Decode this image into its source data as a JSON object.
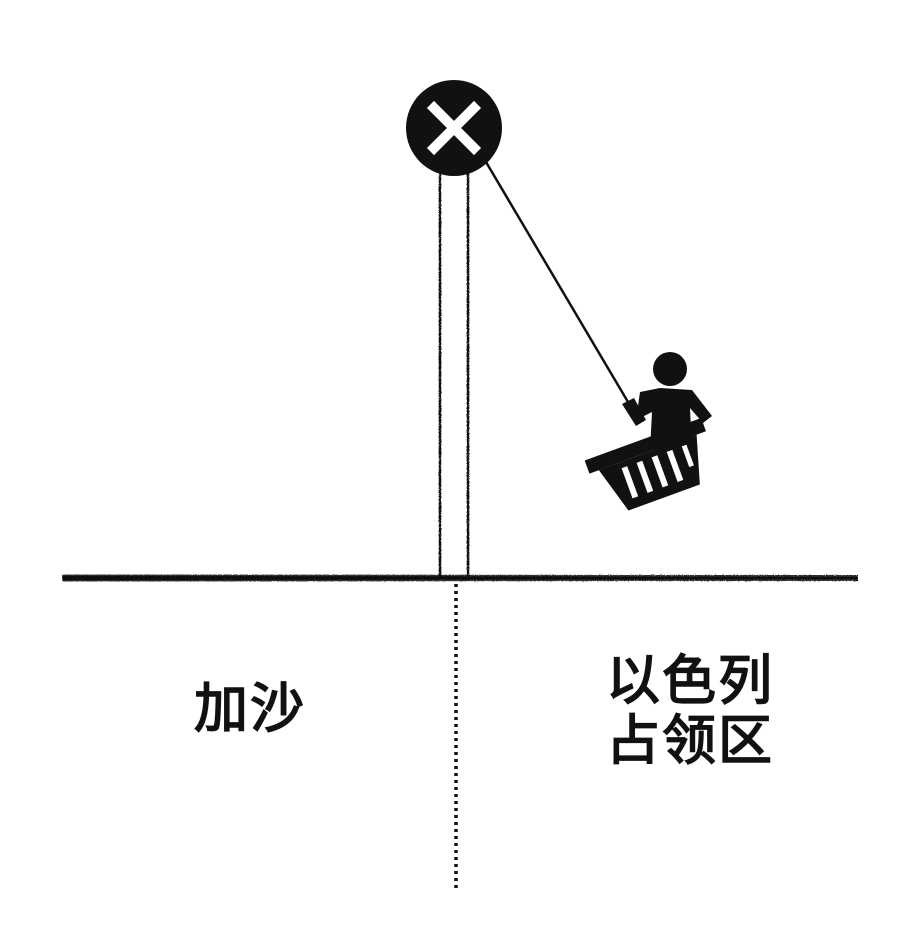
{
  "labels": {
    "left_region": "加沙",
    "right_region_line1": "以色列",
    "right_region_line2": "占领区"
  },
  "icons": {
    "marker": "x-circle-icon",
    "figure": "person-with-basket-icon"
  },
  "colors": {
    "ink": "#111111",
    "background": "#ffffff"
  }
}
